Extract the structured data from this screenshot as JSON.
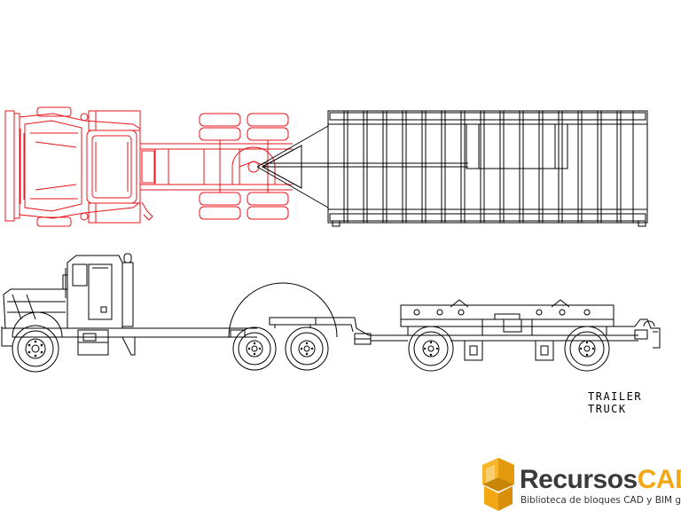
{
  "caption": "TRAILER TRUCK",
  "logo": {
    "brand_main": "Recursos",
    "brand_accent": "CAD",
    "tagline": "Biblioteca de bloques CAD y BIM gratuita"
  },
  "colors": {
    "top_view_tractor": "#e8141c",
    "linework": "#000000",
    "logo_accent": "#f3a712",
    "logo_dark": "#3a3a3a"
  }
}
